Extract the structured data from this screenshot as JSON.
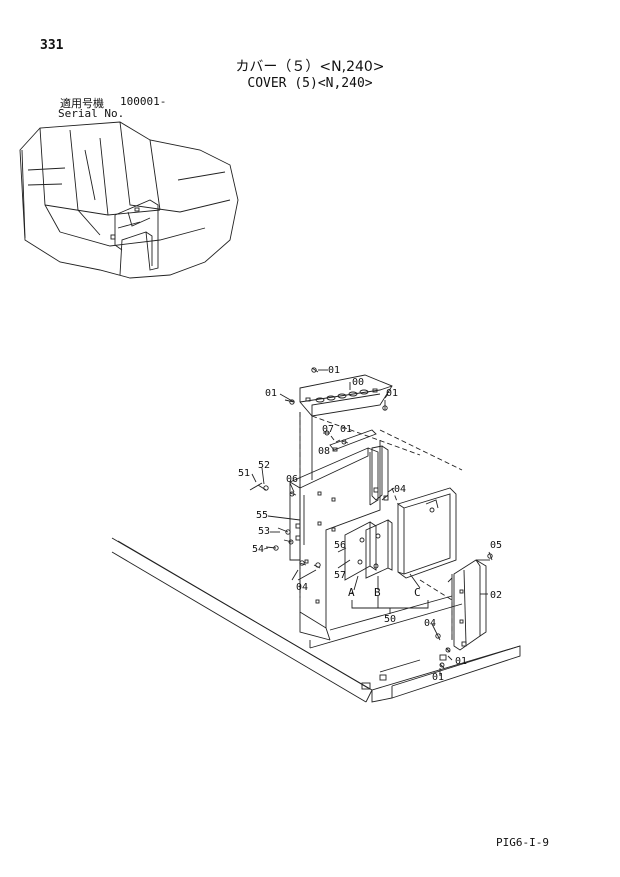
{
  "header": {
    "page_number": "331",
    "title_ja": "カバー（５）<N,240>",
    "title_en": "COVER (5)<N,240>",
    "serial_label_ja": "適用号機",
    "serial_value": "100001-",
    "serial_label_en": "Serial No."
  },
  "callouts": {
    "c00": "00",
    "c01a": "01",
    "c01b": "01",
    "c01c": "01",
    "c01d": "01",
    "c01e": "01",
    "c01f": "01",
    "c02": "02",
    "c04a": "04",
    "c04b": "04",
    "c04c": "04",
    "c05": "05",
    "c06": "06",
    "c07": "07",
    "c08": "08",
    "c50": "50",
    "c51": "51",
    "c52": "52",
    "c53": "53",
    "c54": "54",
    "c55": "55",
    "c56": "56",
    "c57": "57",
    "cA": "A",
    "cB": "B",
    "cC": "C"
  },
  "footer": {
    "code": "PIG6-I-9"
  }
}
